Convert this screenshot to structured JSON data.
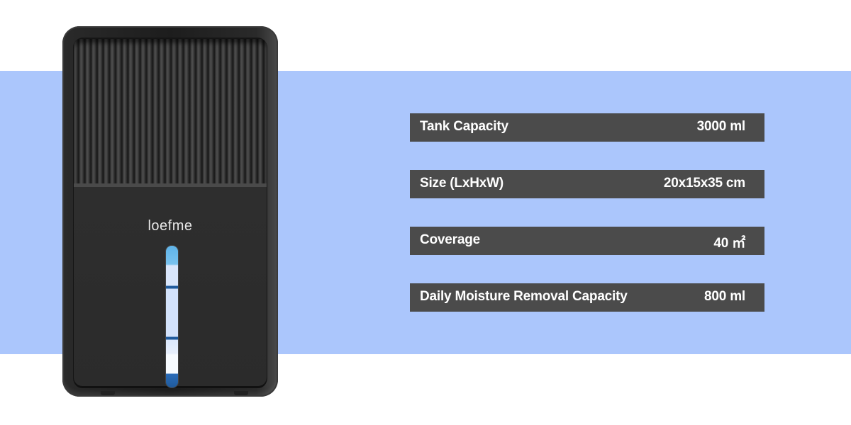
{
  "colors": {
    "band": "#abc6fc",
    "bar": "#4b4b4b",
    "text": "#ffffff",
    "background": "#ffffff"
  },
  "product": {
    "brand_logo": "loefme",
    "image_description": "black mini dehumidifier with vertical grille and blue water-level window"
  },
  "specs": [
    {
      "label": "Tank Capacity",
      "value": "3000 ml"
    },
    {
      "label": "Size (LxHxW)",
      "value": "20x15x35 cm"
    },
    {
      "label": "Coverage",
      "value": "40 ㎡"
    },
    {
      "label": "Daily Moisture Removal Capacity",
      "value": "800 ml"
    }
  ]
}
